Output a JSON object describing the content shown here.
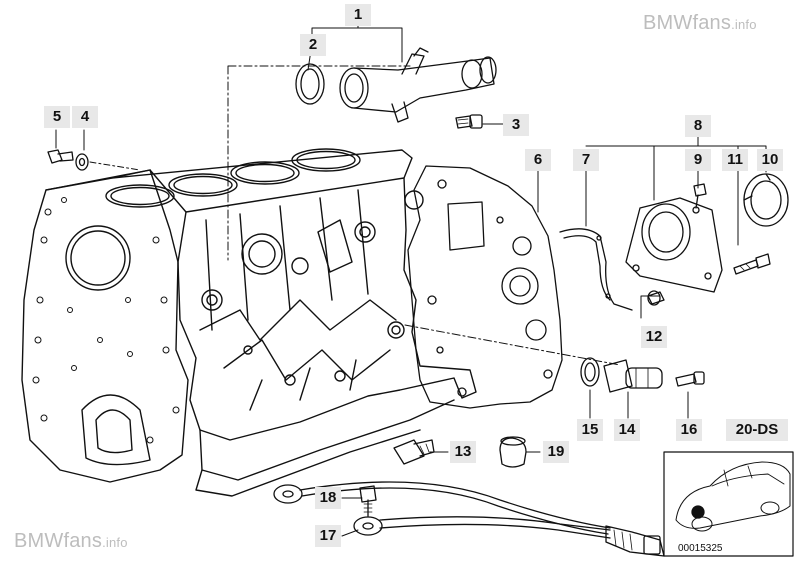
{
  "watermark": {
    "brand": "BMWfans",
    "suffix": ".info"
  },
  "callouts": [
    "1",
    "2",
    "3",
    "4",
    "5",
    "6",
    "7",
    "8",
    "9",
    "10",
    "11",
    "12",
    "13",
    "14",
    "15",
    "16",
    "17",
    "18",
    "19"
  ],
  "diagram_code": "20-DS",
  "illustration_number": "00015325"
}
